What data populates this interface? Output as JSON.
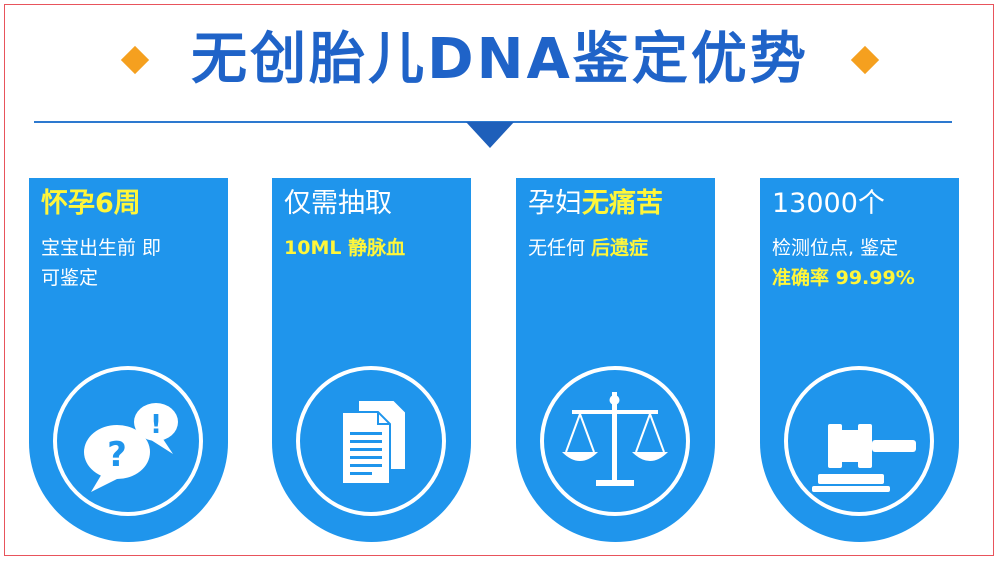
{
  "header": {
    "title": "无创胎儿DNA鉴定优势"
  },
  "colors": {
    "title": "#1f63c8",
    "card": "#1f95ec",
    "highlight": "#fff63a",
    "diamond": "#f5a01f",
    "border": "#e8545c"
  },
  "cards": [
    {
      "line1_highlight": "怀孕6周",
      "line2": "宝宝出生前 即",
      "line3": "可鉴定",
      "icon": "speech-bubbles-icon"
    },
    {
      "line1": "仅需抽取",
      "line2_highlight": "10ML 静脉血",
      "icon": "documents-icon"
    },
    {
      "line1": "孕妇",
      "line1_highlight": "无痛苦",
      "line2": "无任何 ",
      "line2_highlight": "后遗症",
      "icon": "balance-scale-icon"
    },
    {
      "line1": "13000个",
      "line2": "检测位点, 鉴定",
      "line3_highlight": "准确率 99.99%",
      "icon": "gavel-icon"
    }
  ]
}
